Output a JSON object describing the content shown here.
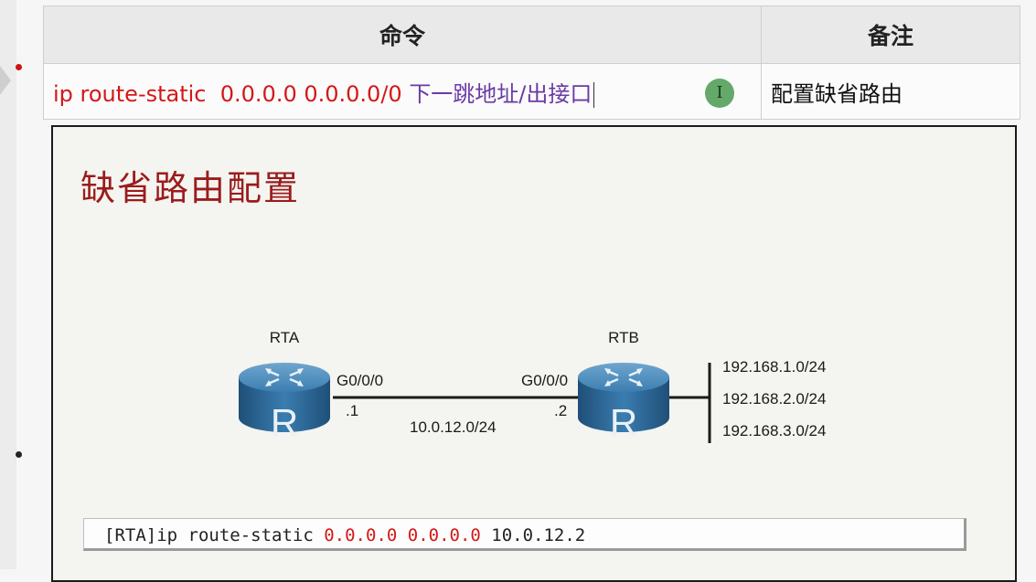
{
  "table": {
    "headers": [
      "命令",
      "备注"
    ],
    "command_prefix": "ip route-static  0.0.0.0 0.0.0.0/0",
    "command_suffix": "下一跳地址/出接口",
    "note": "配置缺省路由",
    "cursor_glyph": "I"
  },
  "slide": {
    "title": "缺省路由配置",
    "rta": {
      "name": "RTA",
      "interface": "G0/0/0",
      "ip_suffix": ".1",
      "glyph": "R"
    },
    "rtb": {
      "name": "RTB",
      "interface": "G0/0/0",
      "ip_suffix": ".2",
      "glyph": "R"
    },
    "link_network": "10.0.12.0/24",
    "networks": [
      "192.168.1.0/24",
      "192.168.2.0/24",
      "192.168.3.0/24"
    ],
    "console": {
      "prefix": "[RTA]ip route-static ",
      "dest": "0.0.0.0",
      "mask": "0.0.0.0",
      "nexthop": "10.0.12.2"
    }
  },
  "colors": {
    "command_red": "#d41818",
    "command_purple": "#6a3aa5",
    "title_red": "#9a1c1c",
    "router_blue": "#2f6b9a"
  }
}
